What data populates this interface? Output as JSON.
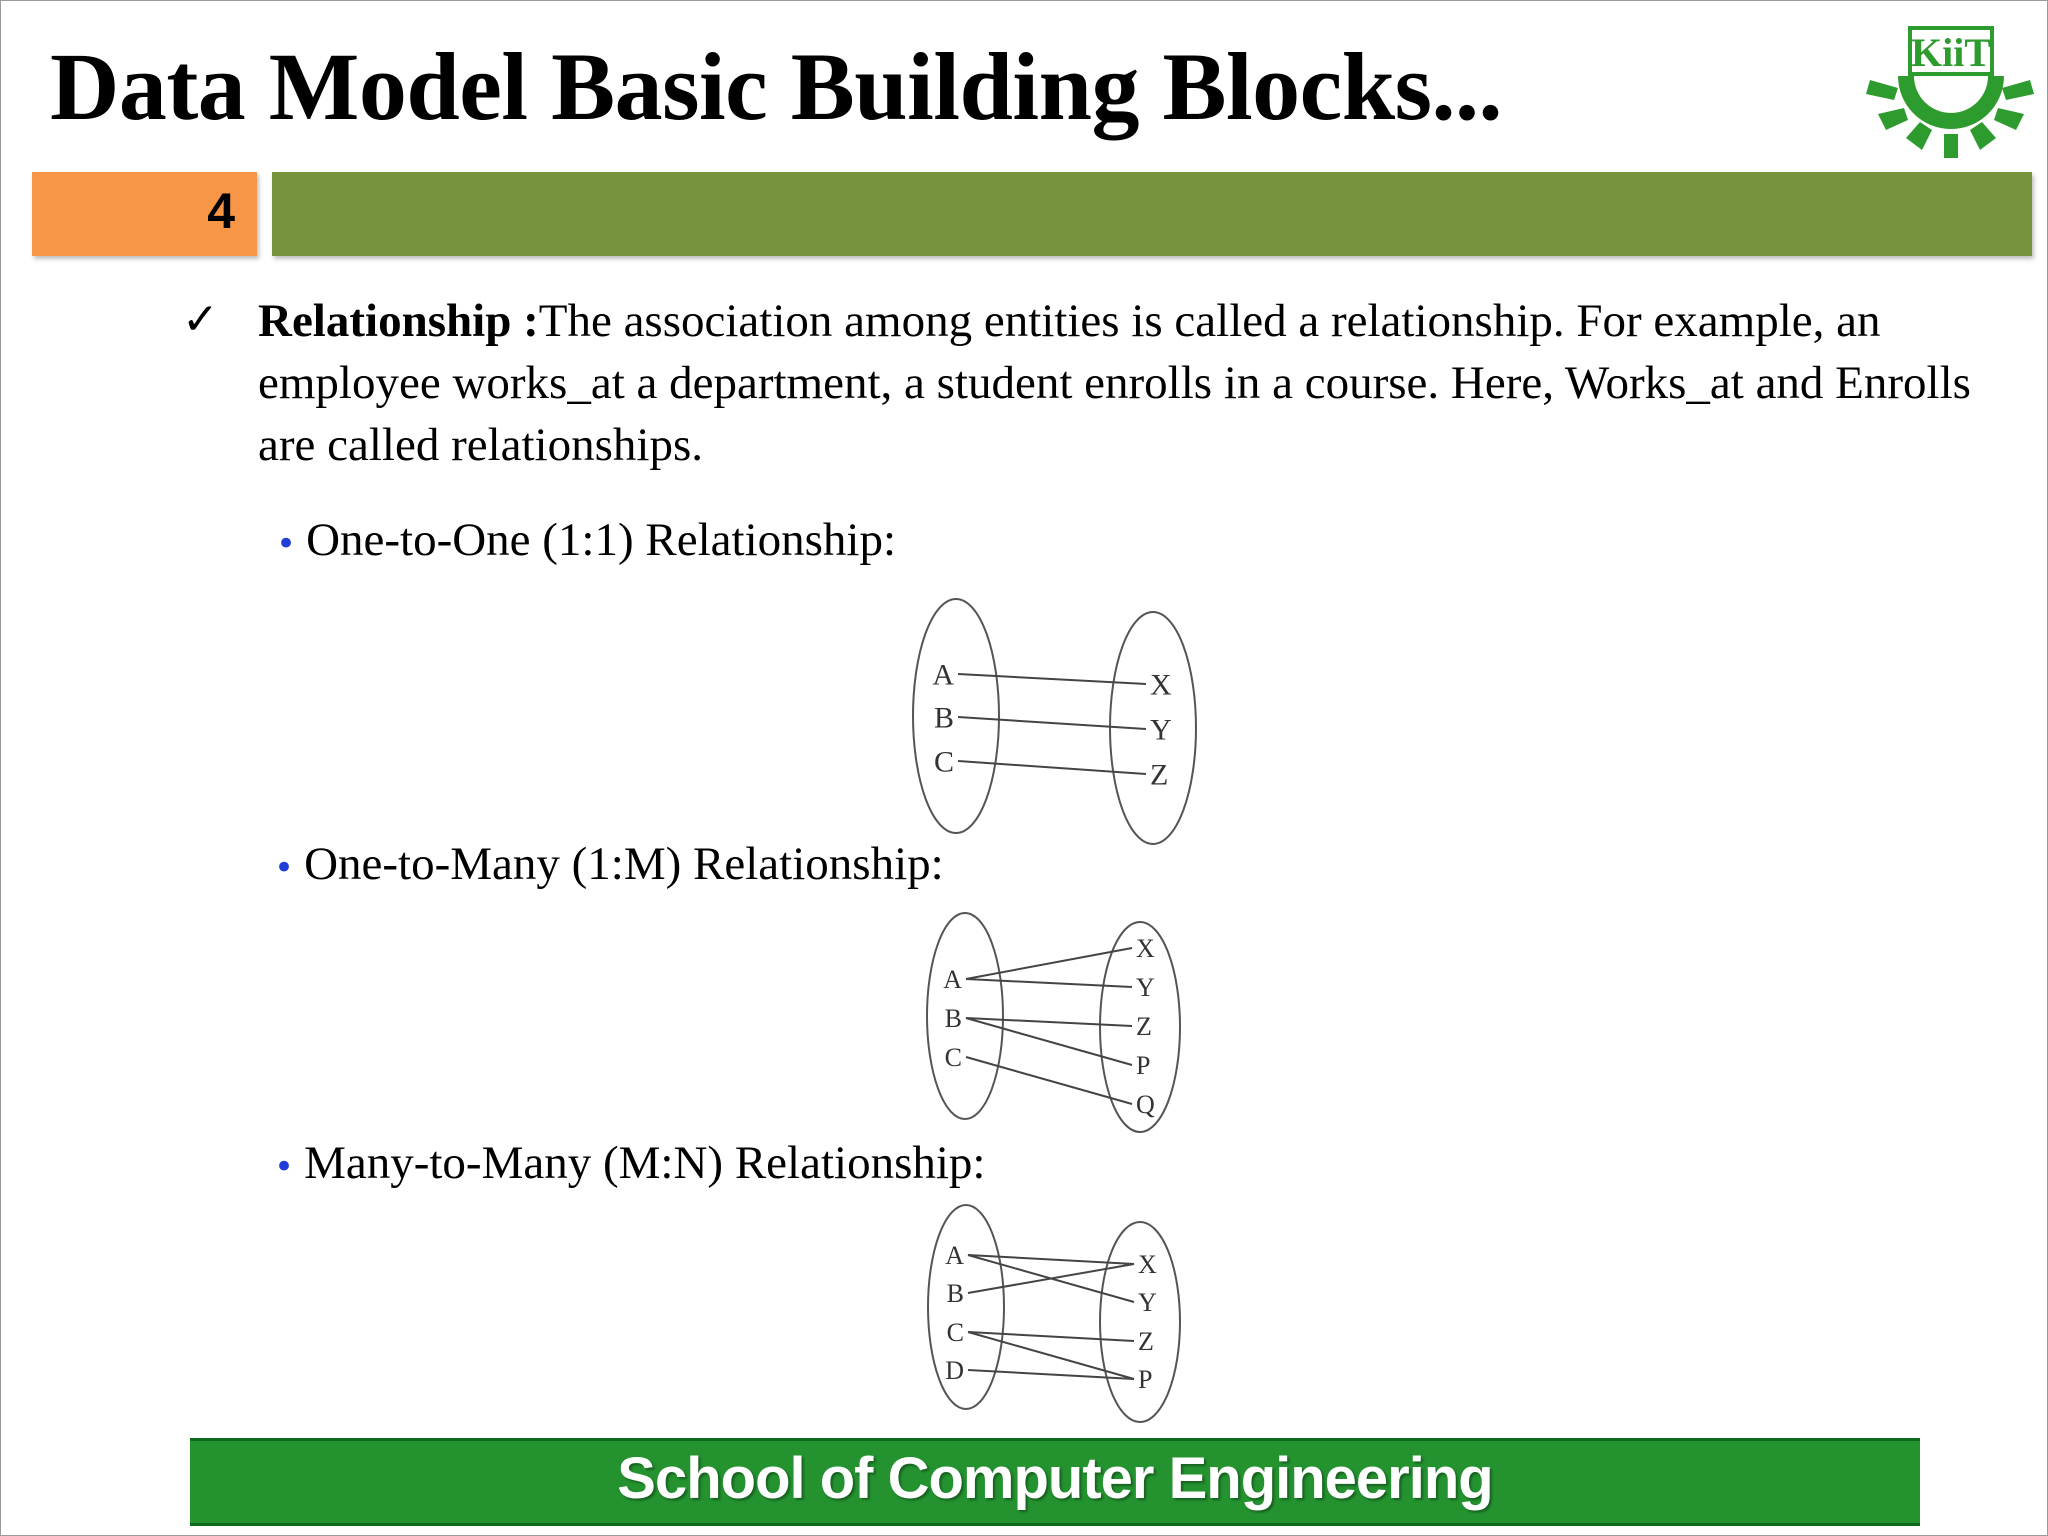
{
  "slide": {
    "title": "Data Model Basic Building Blocks...",
    "number": "4",
    "logo_text": "KiiT",
    "relationship": {
      "term": "Relationship :",
      "text": "The association among entities is called a relationship. For example, an employee works_at a department, a student enrolls in a course. Here, Works_at and Enrolls are called relationships."
    },
    "items": [
      {
        "label": "One-to-One (1:1) Relationship:"
      },
      {
        "label": "One-to-Many (1:M) Relationship:"
      },
      {
        "label": "Many-to-Many (M:N) Relationship:"
      }
    ],
    "footer": "School of Computer Engineering"
  },
  "diagrams": {
    "one_to_one": {
      "left": [
        "A",
        "B",
        "C"
      ],
      "right": [
        "X",
        "Y",
        "Z"
      ],
      "links": [
        [
          "A",
          "X"
        ],
        [
          "B",
          "Y"
        ],
        [
          "C",
          "Z"
        ]
      ]
    },
    "one_to_many": {
      "left": [
        "A",
        "B",
        "C"
      ],
      "right": [
        "X",
        "Y",
        "Z",
        "P",
        "Q"
      ],
      "links": [
        [
          "A",
          "X"
        ],
        [
          "A",
          "Y"
        ],
        [
          "B",
          "Z"
        ],
        [
          "B",
          "P"
        ],
        [
          "C",
          "Q"
        ]
      ]
    },
    "many_to_many": {
      "left": [
        "A",
        "B",
        "C",
        "D"
      ],
      "right": [
        "X",
        "Y",
        "Z",
        "P"
      ],
      "links": [
        [
          "A",
          "X"
        ],
        [
          "A",
          "Y"
        ],
        [
          "B",
          "X"
        ],
        [
          "C",
          "Z"
        ],
        [
          "C",
          "P"
        ],
        [
          "D",
          "P"
        ]
      ]
    }
  },
  "colors": {
    "number_bar": "#f79646",
    "header_bar": "#77933c",
    "footer_bar": "#23922f",
    "bullet": "#1f3fd8"
  }
}
